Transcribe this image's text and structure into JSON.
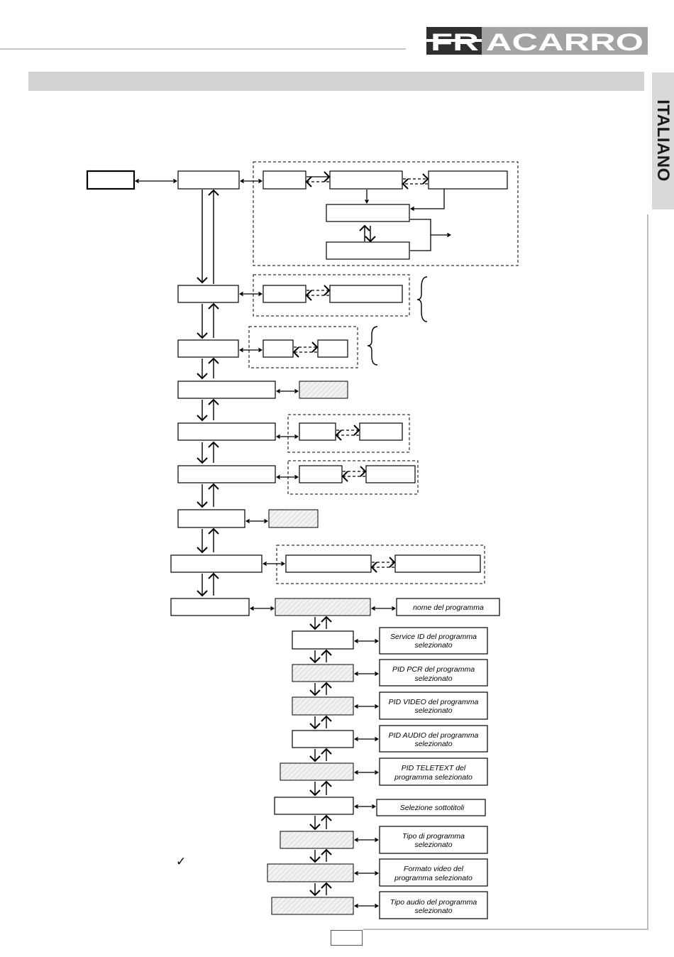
{
  "brand": {
    "name": "FRACARRO",
    "name_left": "FR",
    "name_right": "ACARRO"
  },
  "sidebar": {
    "language_tab": "ITALIANO"
  },
  "checkmark_symbol": "✓",
  "side_labels": [
    {
      "id": "programme-name",
      "text": "nome del programma"
    },
    {
      "id": "service-id",
      "lines": [
        "Service ID del programma",
        "selezionato"
      ]
    },
    {
      "id": "pid-pcr",
      "lines": [
        "PID PCR del programma",
        "selezionato"
      ]
    },
    {
      "id": "pid-video",
      "lines": [
        "PID VIDEO del programma",
        "selezionato"
      ]
    },
    {
      "id": "pid-audio",
      "lines": [
        "PID AUDIO del programma",
        "selezionato"
      ]
    },
    {
      "id": "pid-teletext",
      "lines": [
        "PID TELETEXT del",
        "programma selezionato"
      ]
    },
    {
      "id": "subtitle-selection",
      "text": "Selezione sottotitoli"
    },
    {
      "id": "programme-type",
      "lines": [
        "Tipo di programma",
        "selezionato"
      ]
    },
    {
      "id": "video-format",
      "lines": [
        "Formato video del",
        "programma selezionato"
      ]
    },
    {
      "id": "audio-type",
      "lines": [
        "Tipo audio del programma",
        "selezionato"
      ]
    }
  ]
}
